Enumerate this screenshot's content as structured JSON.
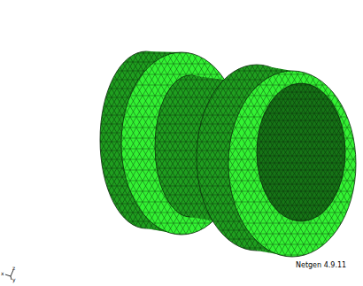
{
  "diagram": {
    "labels": [
      "Netgen 4.9.11",
      "x",
      "z",
      "y"
    ]
  }
}
